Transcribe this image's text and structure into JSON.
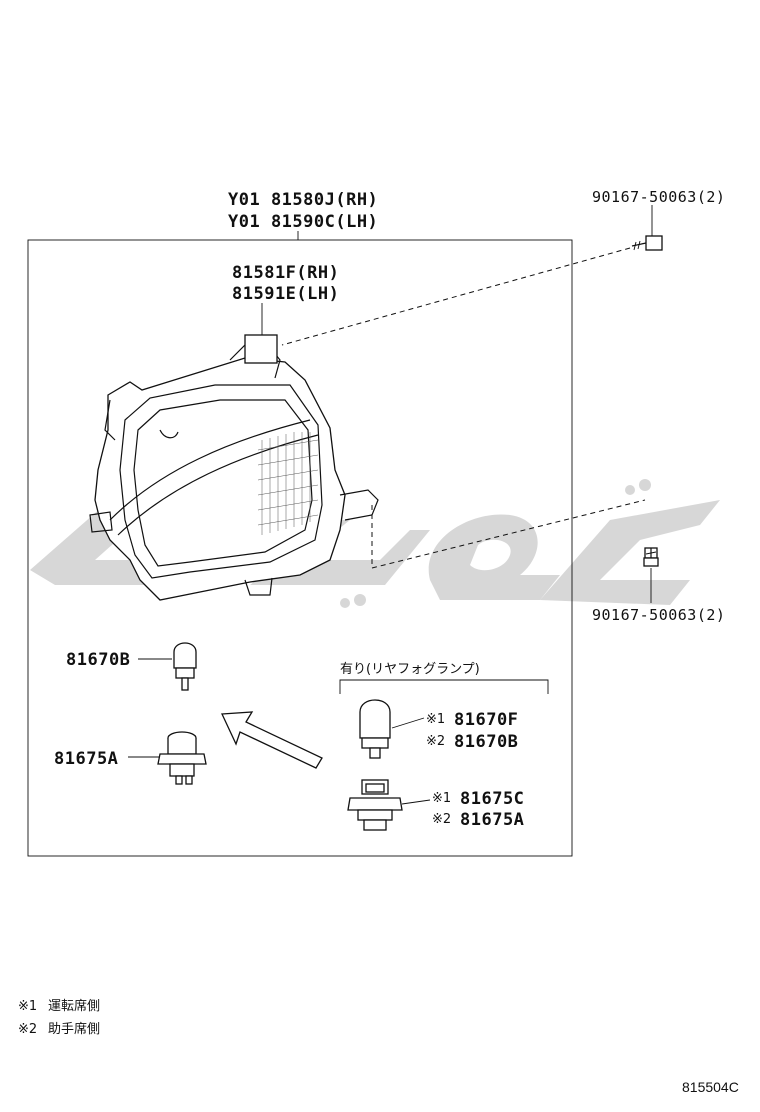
{
  "assembly": {
    "line1": "Y01 81580J(RH)",
    "line2": "Y01 81590C(LH)"
  },
  "lens": {
    "line1": "81581F(RH)",
    "line2": "81591E(LH)"
  },
  "screw_top": {
    "label": "90167-50063(2)"
  },
  "screw_bottom": {
    "label": "90167-50063(2)"
  },
  "bulb_left": {
    "label": "81670B"
  },
  "socket_left": {
    "label": "81675A"
  },
  "option": {
    "header": "有り(リヤフォグランプ)",
    "bulb_1_mark": "※1",
    "bulb_1": "81670F",
    "bulb_2_mark": "※2",
    "bulb_2": "81670B",
    "socket_1_mark": "※1",
    "socket_1": "81675C",
    "socket_2_mark": "※2",
    "socket_2": "81675A"
  },
  "notes": [
    {
      "mark": "※1",
      "text": "運転席側"
    },
    {
      "mark": "※2",
      "text": "助手席側"
    }
  ],
  "diagram_code": "815504C"
}
